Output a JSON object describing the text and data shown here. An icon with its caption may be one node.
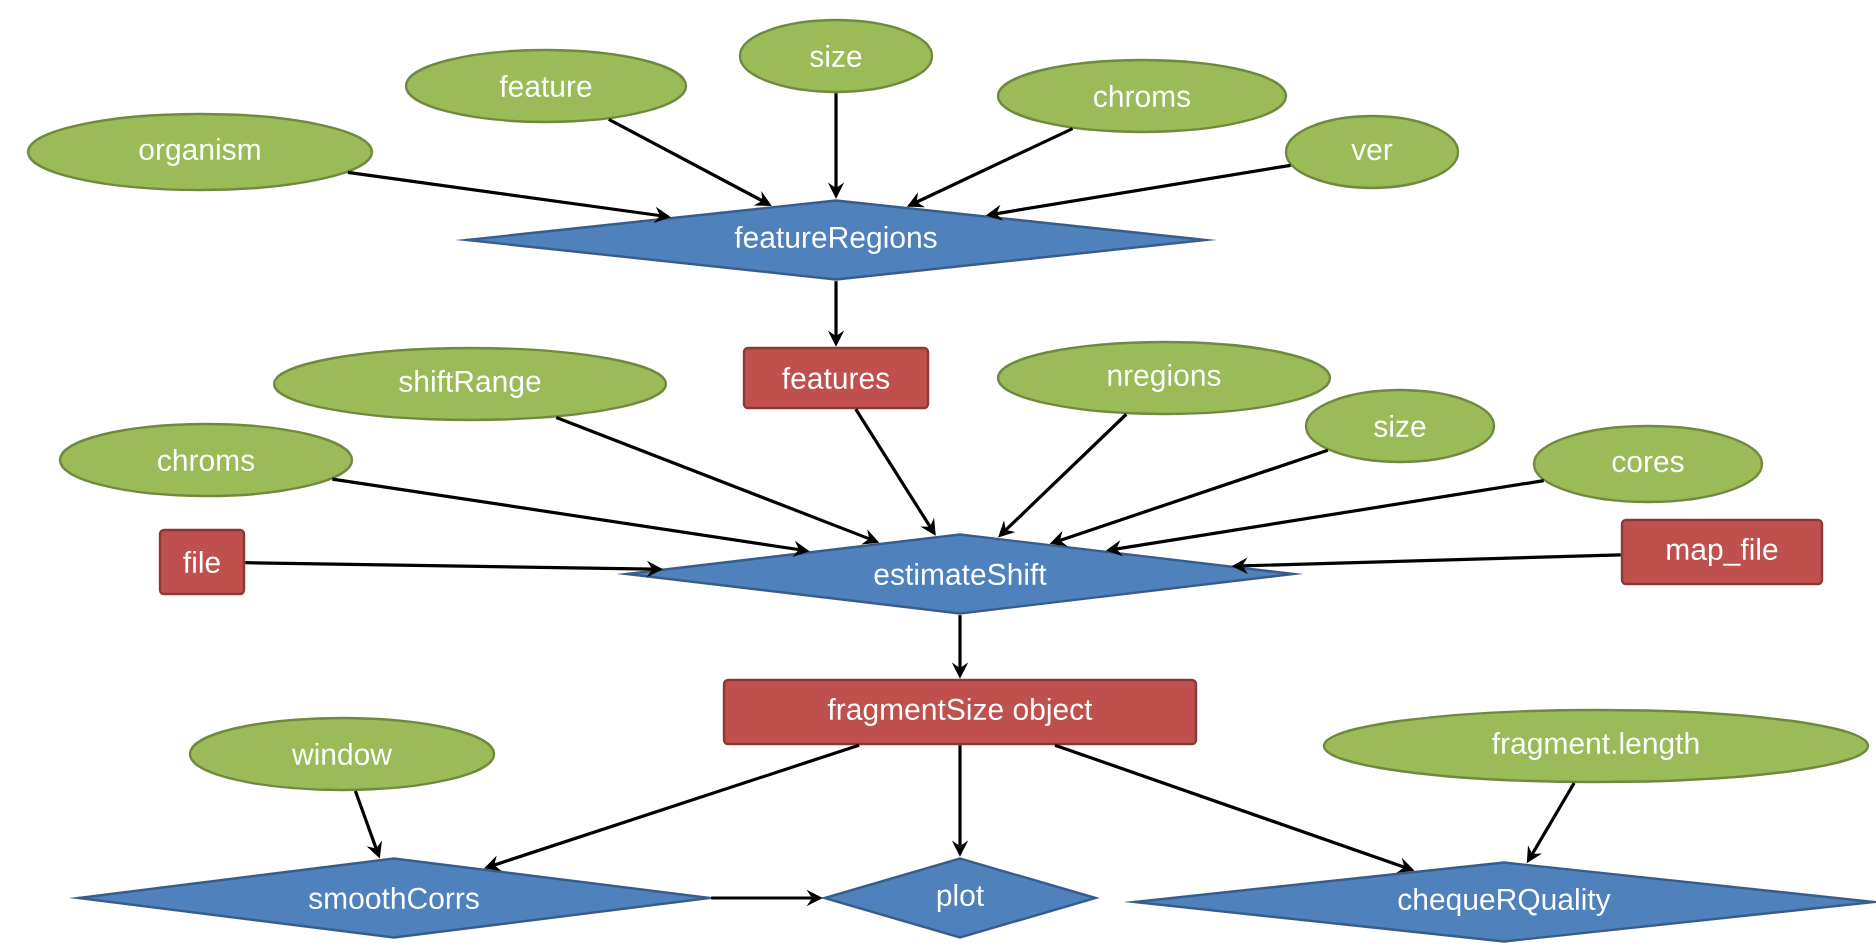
{
  "diagram": {
    "nodes": [
      {
        "text": [
          "organism"
        ]
      },
      {
        "text": [
          "feature"
        ]
      },
      {
        "text": [
          "size"
        ]
      },
      {
        "text": [
          "chroms"
        ]
      },
      {
        "text": [
          "ver"
        ]
      },
      {
        "text": [
          "featureRegions"
        ]
      },
      {
        "text": [
          "features"
        ]
      },
      {
        "text": [
          "shiftRange"
        ]
      },
      {
        "text": [
          "nregions"
        ]
      },
      {
        "text": [
          "size"
        ]
      },
      {
        "text": [
          "cores"
        ]
      },
      {
        "text": [
          "chroms"
        ]
      },
      {
        "text": [
          "file"
        ]
      },
      {
        "text": [
          "map_file"
        ]
      },
      {
        "text": [
          "estimateShift"
        ]
      },
      {
        "text": [
          "fragmentSize object"
        ]
      },
      {
        "text": [
          "window"
        ]
      },
      {
        "text": [
          "fragment.length"
        ]
      },
      {
        "text": [
          "smoothCorrs"
        ]
      },
      {
        "text": [
          "plot"
        ]
      },
      {
        "text": [
          "chequeRQuality"
        ]
      }
    ],
    "edges": [
      {
        "from": 0,
        "to": 5,
        "arrow": "to"
      },
      {
        "from": 1,
        "to": 5,
        "arrow": "to"
      },
      {
        "from": 2,
        "to": 5,
        "arrow": "to"
      },
      {
        "from": 3,
        "to": 5,
        "arrow": "to"
      },
      {
        "from": 4,
        "to": 5,
        "arrow": "to"
      },
      {
        "from": 5,
        "to": 6,
        "arrow": "to"
      },
      {
        "from": 7,
        "to": 14,
        "arrow": "to"
      },
      {
        "from": 11,
        "to": 14,
        "arrow": "to"
      },
      {
        "from": 12,
        "to": 14,
        "arrow": "to"
      },
      {
        "from": 6,
        "to": 14,
        "arrow": "to"
      },
      {
        "from": 8,
        "to": 14,
        "arrow": "to"
      },
      {
        "from": 9,
        "to": 14,
        "arrow": "to"
      },
      {
        "from": 10,
        "to": 14,
        "arrow": "to"
      },
      {
        "from": 13,
        "to": 14,
        "arrow": "to"
      },
      {
        "from": 14,
        "to": 15,
        "arrow": "to"
      },
      {
        "from": 16,
        "to": 18,
        "arrow": "to"
      },
      {
        "from": 15,
        "to": 18,
        "arrow": "to"
      },
      {
        "from": 15,
        "to": 19,
        "arrow": "to"
      },
      {
        "from": 15,
        "to": 20,
        "arrow": "to"
      },
      {
        "from": 17,
        "to": 20,
        "arrow": "to"
      },
      {
        "from": 18,
        "to": 19,
        "arrow": "to"
      }
    ]
  }
}
